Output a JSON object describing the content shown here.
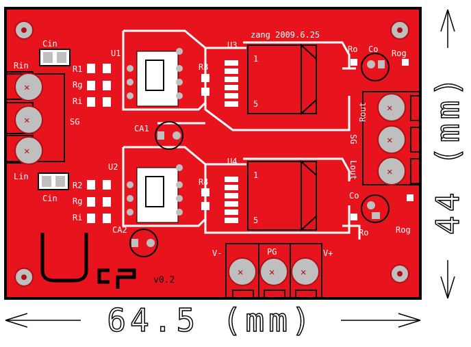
{
  "board": {
    "colors": {
      "copper": "#e8141d",
      "copper_dark": "#b00f16",
      "silk": "#ffffff",
      "outline": "#000000",
      "pad": "#bfbfbf"
    },
    "labels": {
      "cin_top": "Cin",
      "rin": "Rin",
      "r1_a": "R1",
      "rg_a": "Rg",
      "ri_a": "Ri",
      "sg_left": "SG",
      "u1": "U1",
      "r3": "R3",
      "u3": "U3",
      "date": "zang 2009.6.25",
      "ro_top": "Ro",
      "co_top": "Co",
      "rog_top": "Rog",
      "rout": "Rout",
      "sg_right": "SG",
      "lout": "Lout",
      "ca1": "CA1",
      "u2": "U2",
      "u4": "U4",
      "r4": "R4",
      "lin": "Lin",
      "cin_bottom": "Cin",
      "r2_b": "R2",
      "rg_b": "Rg",
      "ri_b": "Ri",
      "ca2": "CA2",
      "co_bottom": "Co",
      "rog_bottom": "Rog",
      "ro_bottom": "Ro",
      "vminus": "V-",
      "pg": "PG",
      "vplus": "V+",
      "logo": "Ucp",
      "version": "v0.2",
      "pin1_top": "1",
      "pin5_top": "5",
      "pin1_bottom": "1",
      "pin5_bottom": "5"
    }
  },
  "dimensions": {
    "width_label": "64.5 (mm)",
    "height_label": "44 (mm)"
  }
}
